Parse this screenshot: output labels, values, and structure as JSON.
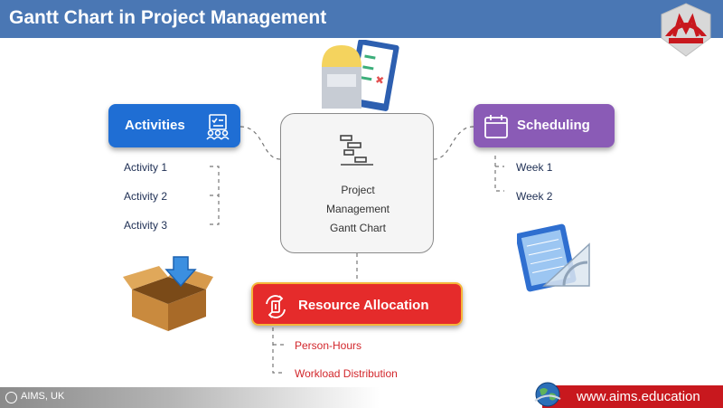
{
  "header": {
    "title": "Gantt Chart in Project Management"
  },
  "center": {
    "lines": [
      "Project",
      "Management",
      "Gantt Chart"
    ]
  },
  "activities": {
    "label": "Activities",
    "items": [
      "Activity 1",
      "Activity 2",
      "Activity 3"
    ]
  },
  "scheduling": {
    "label": "Scheduling",
    "items": [
      "Week 1",
      "Week 2"
    ]
  },
  "resource": {
    "label": "Resource Allocation",
    "items": [
      "Person-Hours",
      "Workload Distribution"
    ]
  },
  "footer": {
    "copyright": "AIMS, UK",
    "website": "www.aims.education"
  },
  "colors": {
    "header_bg": "#4a77b4",
    "activities": "#1f6ed4",
    "scheduling": "#8a5bb6",
    "resource": "#e52b2b",
    "resource_border": "#f5b63a",
    "footer_red": "#c8181e"
  },
  "icons": {
    "activities": "checklist-team-icon",
    "scheduling": "calendar-icon",
    "resource": "resource-transfer-icon",
    "center": "gantt-chart-icon"
  }
}
